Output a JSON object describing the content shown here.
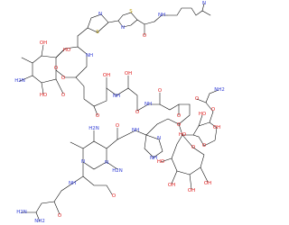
{
  "molecule": {
    "colors": {
      "bond": "#000000",
      "nitrogen": "#2f3bd6",
      "oxygen": "#e01b1b",
      "sulfur": "#b89a00"
    },
    "labels": {
      "nme2_n": "N",
      "amide_tail_nh": "NH",
      "thz_carbonyl_o": "O",
      "thz_b_s": "S",
      "thz_b_n": "N",
      "thz_a_s": "S",
      "thz_a_n": "N",
      "link_a_ho": "HO",
      "link_a_nh": "NH",
      "link_a_o": "O",
      "thr_o": "O",
      "thr_oh": "OH",
      "thr_nh": "NH",
      "val_oh": "OH",
      "val_o": "O",
      "val_nh": "NH",
      "hisamide_o": "O",
      "his_o": "O",
      "imid_n1": "N",
      "imid_nh": "NH",
      "pyr_nh": "NH",
      "pyr_n1": "N",
      "pyr_n2": "N",
      "pyr_o": "O",
      "pyr_h2n": "H2N",
      "bot_h2n": "H2N",
      "bot_nh": "NH",
      "bot_o": "O",
      "bot_nh2": "NH2",
      "side_o": "O",
      "side_h2n": "H2N",
      "gul_o": "O",
      "gul_o_ring": "O",
      "gul_oh_left": "HO",
      "gul_oh_right": "OH",
      "gul_oh_bottom": "OH",
      "man_o_ring": "O",
      "man_oh_top": "HO",
      "man_oh_left": "HO",
      "man_oh_right": "OH",
      "man_oh_bottom": "OH",
      "carb_o": "O",
      "carb_o2": "O",
      "carb_nh2": "NH2",
      "amsug_o_ring": "O",
      "amsug_o": "O",
      "amsug_h2n": "H2N",
      "amsug_ho": "HO",
      "amsug_oh": "OH"
    }
  }
}
